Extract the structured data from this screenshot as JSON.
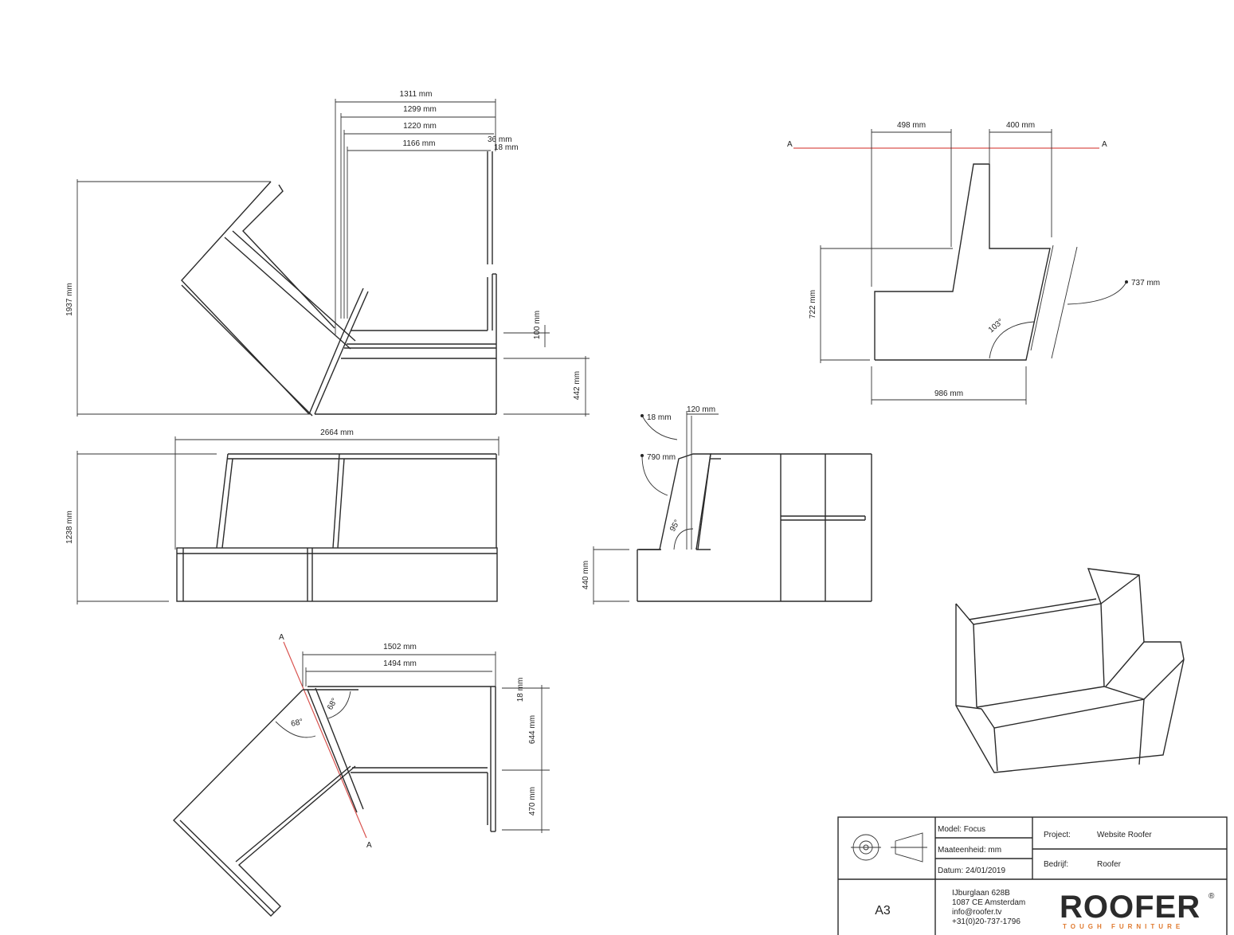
{
  "plan_view": {
    "dims": {
      "w1311": "1311 mm",
      "w1299": "1299 mm",
      "w1220": "1220 mm",
      "w1166": "1166 mm",
      "w36": "36 mm",
      "w18": "18 mm",
      "h1937": "1937 mm",
      "h100": "100 mm",
      "h442": "442 mm"
    }
  },
  "front_view": {
    "dims": {
      "w2664": "2664 mm",
      "h1238": "1238 mm"
    }
  },
  "side_view": {
    "dims": {
      "d18": "18 mm",
      "d120": "120 mm",
      "d790": "790 mm",
      "a95": "95°",
      "h440": "440 mm"
    }
  },
  "section_view": {
    "section_label": "A",
    "dims": {
      "w498": "498 mm",
      "w400": "400 mm",
      "h722": "722 mm",
      "w986": "986 mm",
      "d737": "737 mm",
      "a103": "103°"
    }
  },
  "bottom_view": {
    "section_label": "A",
    "dims": {
      "w1502": "1502 mm",
      "w1494": "1494 mm",
      "h18": "18 mm",
      "h644": "644 mm",
      "h470": "470 mm",
      "a68l": "68°",
      "a68r": "68°"
    }
  },
  "title_block": {
    "model": "Model: Focus",
    "unit": "Maateenheid: mm",
    "date": "Datum: 24/01/2019",
    "project_label": "Project:",
    "project_value": "Website Roofer",
    "company_label": "Bedrijf:",
    "company_value": "Roofer",
    "sheet": "A3",
    "address": [
      "IJburglaan 628B",
      "1087 CE Amsterdam",
      "info@roofer.tv",
      "+31(0)20-737-1796"
    ],
    "logo_text": "ROOFER",
    "logo_reg": "®",
    "logo_sub": "TOUGH FURNITURE"
  },
  "colors": {
    "line": "#2a2a2a",
    "section_line": "#d9534f",
    "logo_orange": "#e07a2f"
  }
}
